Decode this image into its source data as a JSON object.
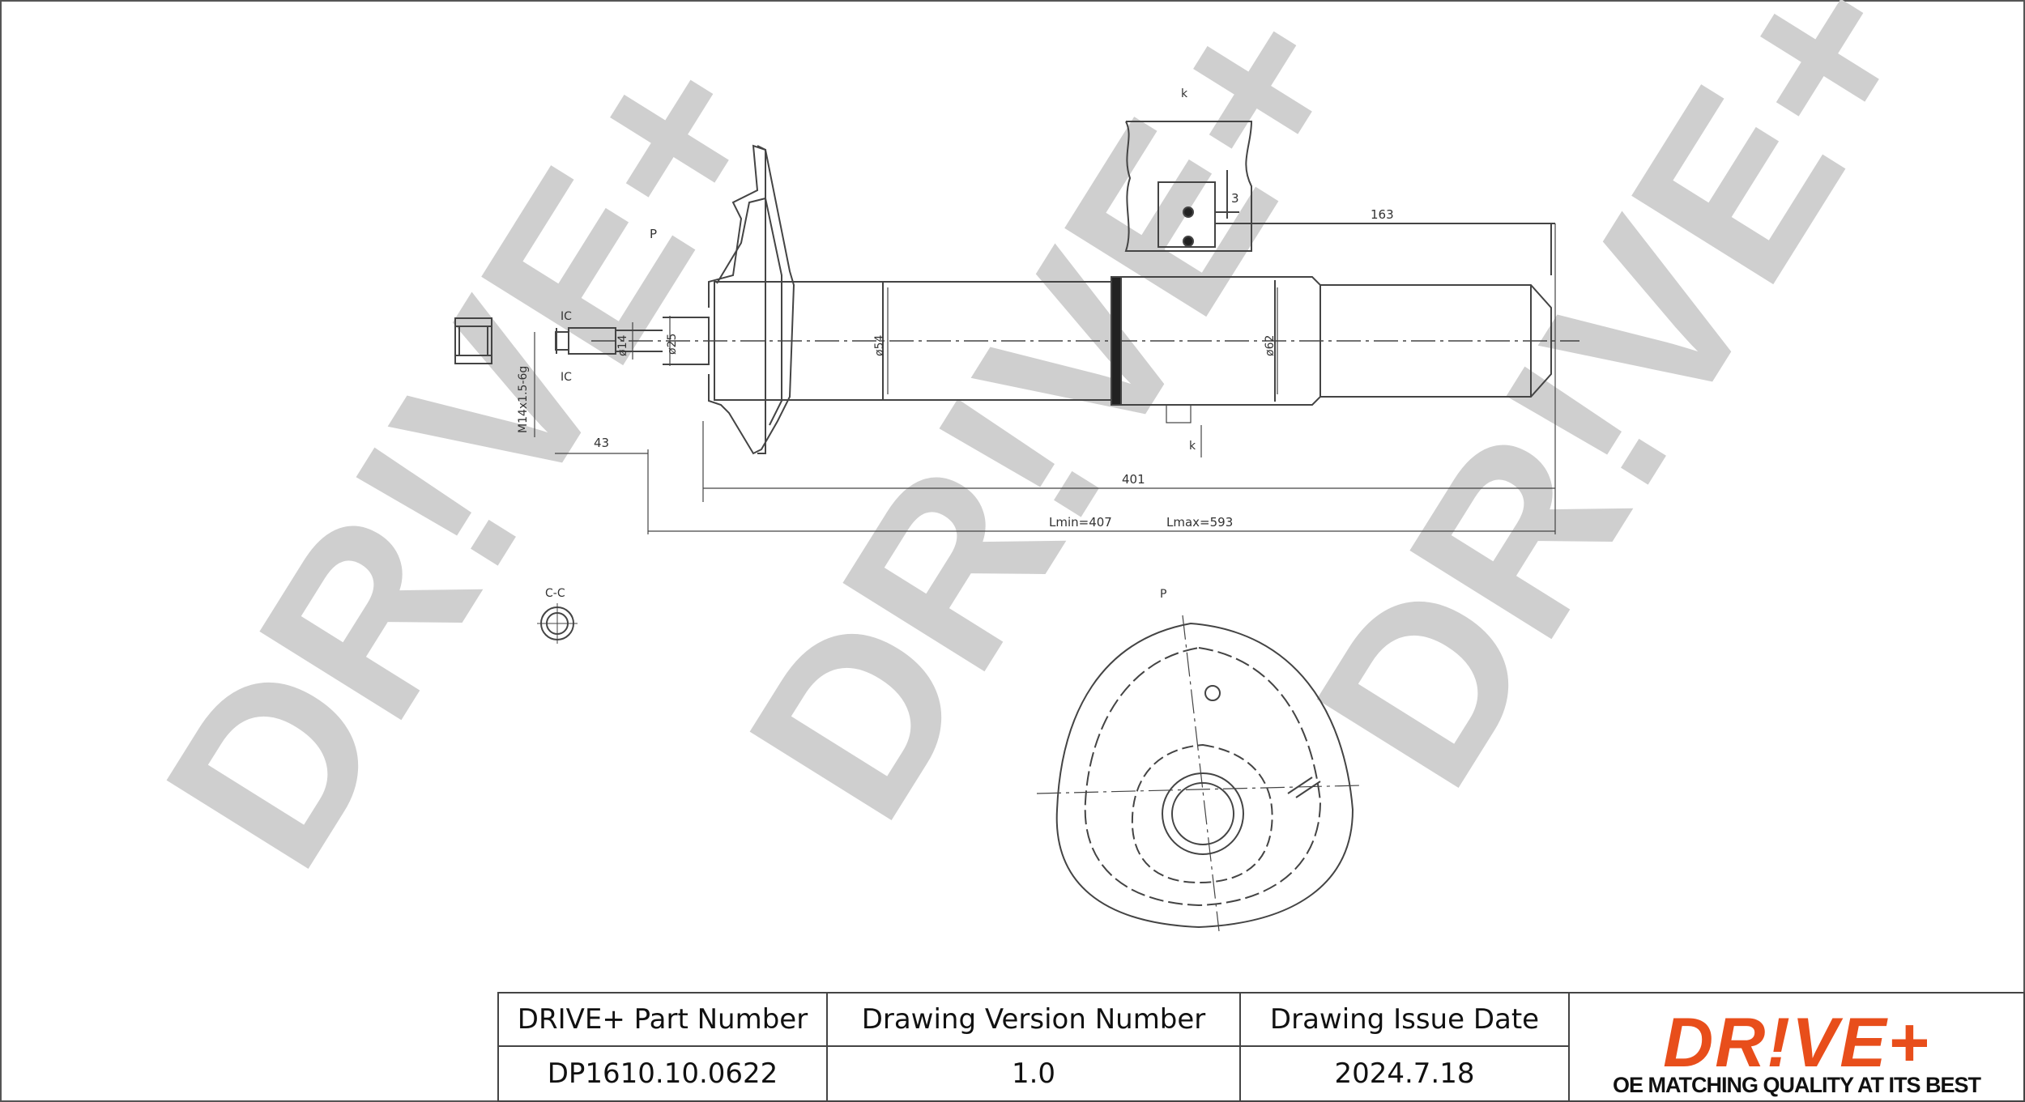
{
  "watermark": {
    "text": "DR!VE+",
    "color": "#cfcfcf"
  },
  "annotations": {
    "dim_163": "163",
    "dim_3": "3",
    "label_k_top": "k",
    "label_p_side": "P",
    "label_k_bottom": "k",
    "label_ic_top": "IC",
    "label_ic_bottom": "IC",
    "dia_14": "ø14",
    "dia_25": "ø25",
    "dia_54": "ø54",
    "dia_62": "ø62",
    "thread": "M14x1.5-6g",
    "dim_43": "43",
    "dim_401": "401",
    "lmin": "Lmin=407",
    "lmax": "Lmax=593",
    "section_cc": "C-C",
    "view_p": "P"
  },
  "title_block": {
    "headers": [
      "DRIVE+ Part Number",
      "Drawing Version Number",
      "Drawing Issue Date"
    ],
    "values": [
      "DP1610.10.0622",
      "1.0",
      "2024.7.18"
    ]
  },
  "logo": {
    "brand": "DR!VE+",
    "tagline": "OE MATCHING QUALITY AT ITS BEST",
    "color": "#e84e1b"
  }
}
